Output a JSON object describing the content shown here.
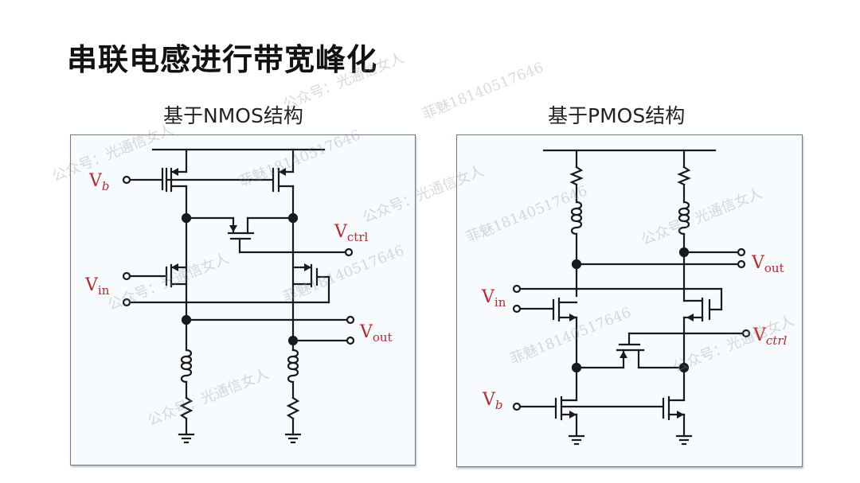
{
  "page": {
    "title": "串联电感进行带宽峰化"
  },
  "panels": [
    {
      "id": "nmos",
      "subtitle": "基于NMOS结构",
      "labels": {
        "vb": "V",
        "vb_sub": "b",
        "vctrl": "V",
        "vctrl_sub": "ctrl",
        "vin": "V",
        "vin_sub": "in",
        "vout": "V",
        "vout_sub": "out"
      }
    },
    {
      "id": "pmos",
      "subtitle": "基于PMOS结构",
      "labels": {
        "vout": "V",
        "vout_sub": "out",
        "vin": "V",
        "vin_sub": "in",
        "vctrl": "V",
        "vctrl_sub": "ctrl",
        "vb": "V",
        "vb_sub": "b"
      }
    }
  ],
  "watermarks": [
    "公众号：光通信女人",
    "菲魅18140517646",
    "公众号：光通信女人",
    "菲魅18140517646",
    "公众号：光通信女人",
    "菲魅18140517646",
    "公众号：光通信女人",
    "菲魅18140517646",
    "公众号：光通信女人",
    "菲魅18140517646",
    "公众号：光通信女人",
    "公众号：光通信女人"
  ],
  "colors": {
    "label": "#c0262d",
    "wire": "#1a1a1a",
    "panel_bg": "#f7fbfe",
    "panel_border": "#6f7a86"
  }
}
